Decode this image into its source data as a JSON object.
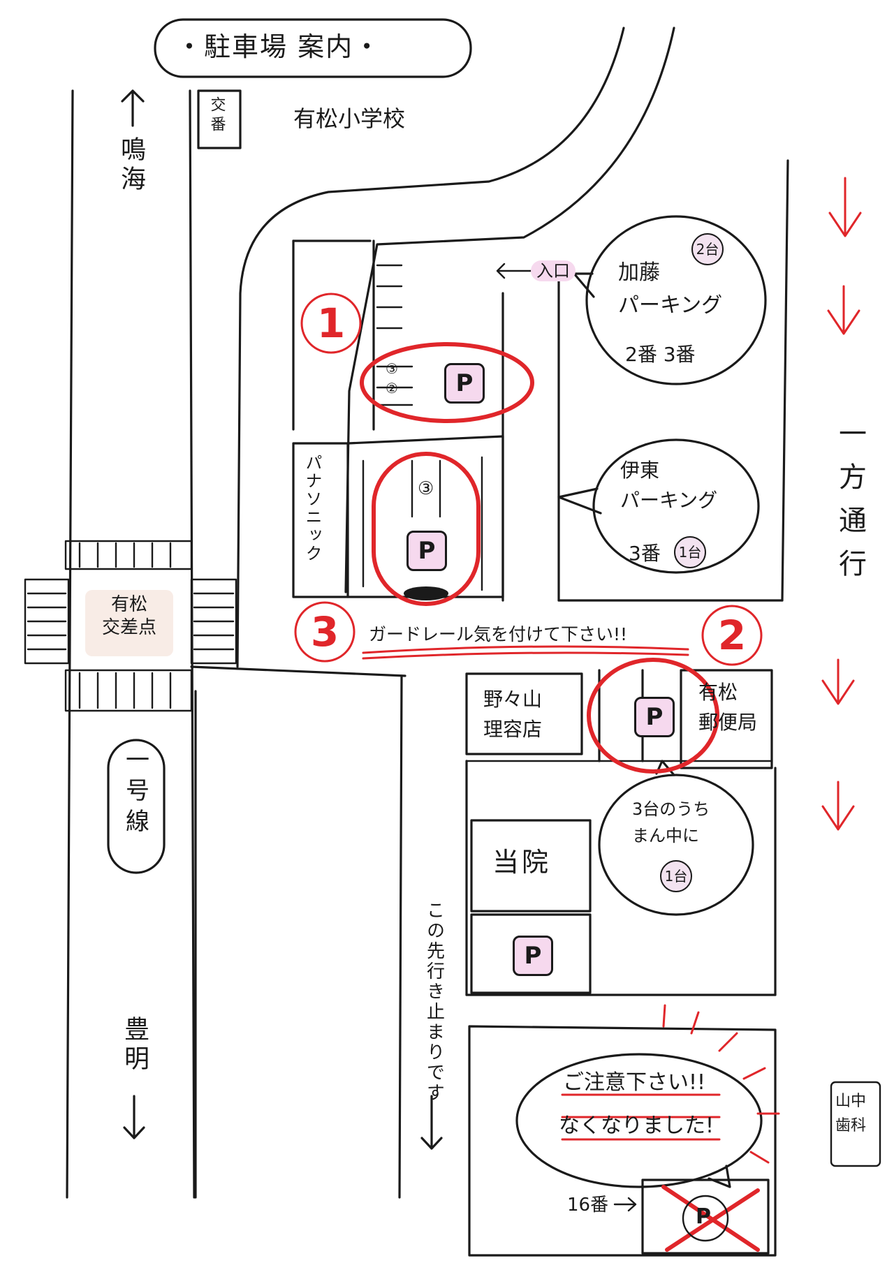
{
  "title": "・駐車場 案内・",
  "places": {
    "koban": "交番",
    "school": "有松小学校",
    "narumi": "鳴海",
    "crossing": "有松\n交差点",
    "route1": "一号線",
    "toyoake": "豊明",
    "panasonic": "パナソニック",
    "barber": "野々山\n理容店",
    "post_office": "有松\n郵便局",
    "clinic": "当院",
    "dental": "山中\n歯科",
    "entrance": "入口",
    "dead_end": "この先行き止まりです",
    "one_way": "一方通行"
  },
  "parking": {
    "kato": {
      "name": "加藤\nパーキング",
      "spaces_label": "2番 3番",
      "count": "2台"
    },
    "ito": {
      "name": "伊東\nパーキング",
      "spaces_label": "3番",
      "count": "1台"
    },
    "middle": {
      "text": "3台のうち\nまん中に",
      "count": "1台"
    },
    "slot_3": "③",
    "slot_2": "②",
    "spot16": "16番"
  },
  "markers": {
    "one": "1",
    "two": "2",
    "three": "3",
    "p": "P"
  },
  "warnings": {
    "guardrail": "ガードレール気を付けて下さい!!",
    "notice_1": "ご注意下さい!!",
    "notice_2": "なくなりました!"
  },
  "colors": {
    "accent_red": "#e0262a",
    "pink_fill": "#f6d9ee",
    "ink": "#1a1a1a",
    "label_bg": "#f8ece6"
  }
}
